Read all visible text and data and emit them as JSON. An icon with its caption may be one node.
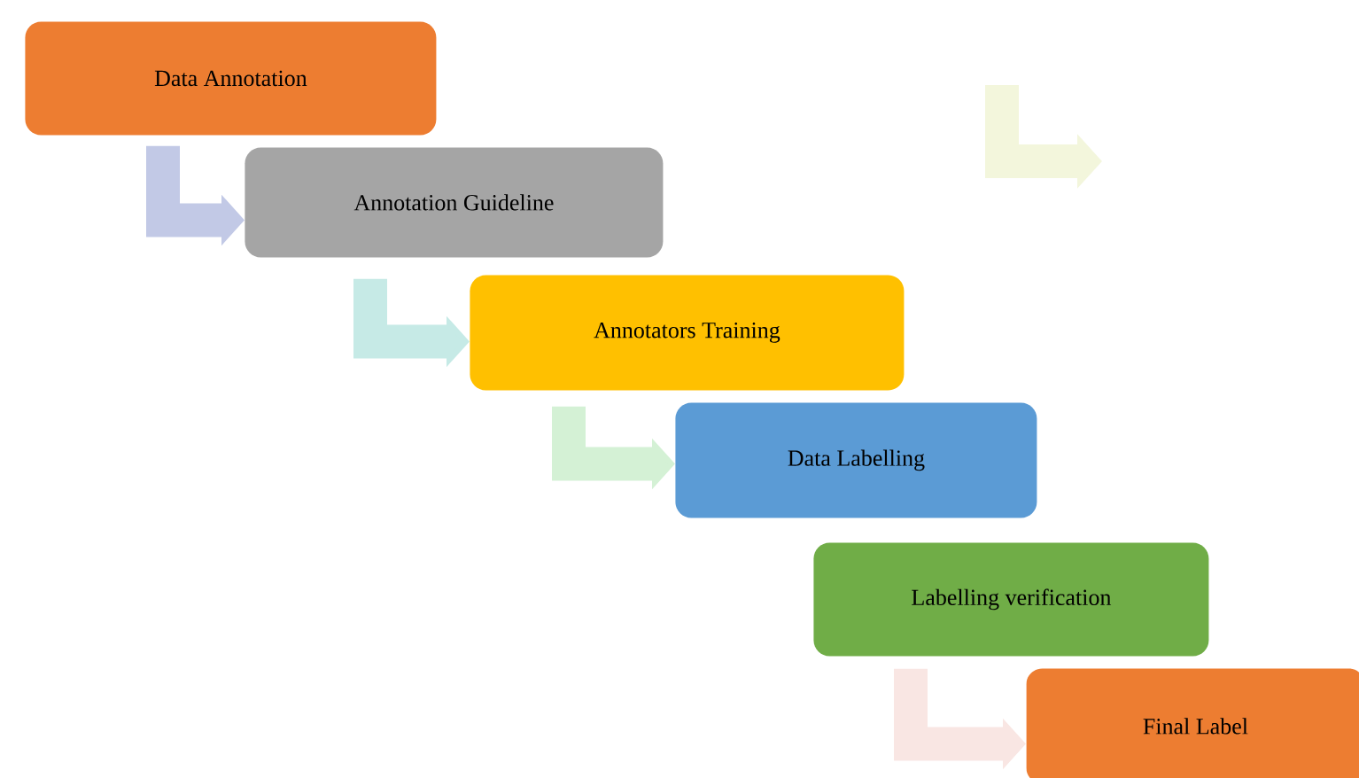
{
  "diagram": {
    "nodes": [
      {
        "text": [
          "Data Annotation"
        ]
      },
      {
        "text": [
          "Annotation Guideline"
        ]
      },
      {
        "text": [
          "Annotators Training"
        ]
      },
      {
        "text": [
          "Data Labelling"
        ]
      },
      {
        "text": [
          "Labelling verification"
        ]
      },
      {
        "text": [
          "Final Label"
        ]
      }
    ],
    "edges": [
      {
        "from": 0,
        "to": 1,
        "arrow": "to",
        "color": "#c2c9e6"
      },
      {
        "from": 1,
        "to": 2,
        "arrow": "to",
        "color": "#c6eae6"
      },
      {
        "from": 2,
        "to": 3,
        "arrow": "to",
        "color": "#d4f1d5"
      },
      {
        "from": 4,
        "to": 5,
        "arrow": "to",
        "color": "#f9e6e3"
      }
    ]
  }
}
